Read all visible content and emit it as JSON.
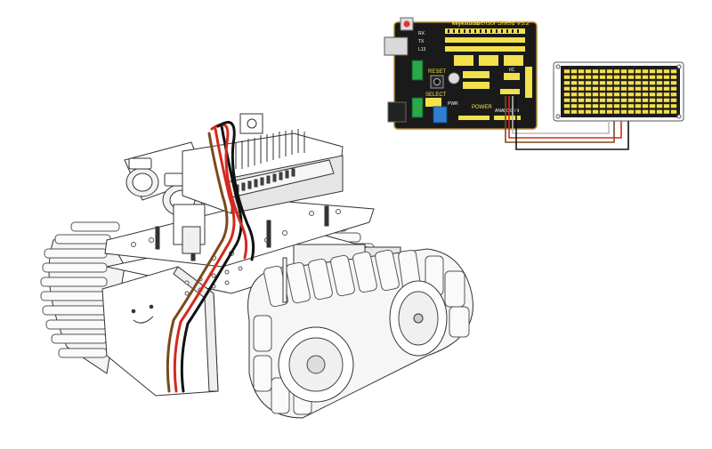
{
  "shield": {
    "brand": "keyestudio",
    "title": "Sensor Shield V5.2",
    "reset_label": "RESET",
    "power_label": "POWER",
    "select_label": "SELECT",
    "pwr_label": "PWR",
    "analog_label": "ANALOG IN",
    "iic_label": "IIC",
    "led_labels": [
      "RX",
      "TX",
      "L13"
    ]
  },
  "colors": {
    "board": "#1a1a1a",
    "board_edge": "#b08a3a",
    "header_yellow": "#f2e14c",
    "matrix_panel": "#1c1c1c",
    "led_yellow": "#f5e04a",
    "wire_red": "#d42a1e",
    "wire_brown": "#7a4a1c",
    "wire_black": "#111111",
    "wire_white": "#ffffff",
    "terminal_green": "#2aa84a",
    "terminal_blue": "#2e7fd4"
  },
  "matrix": {
    "rows": 8,
    "cols": 16
  }
}
